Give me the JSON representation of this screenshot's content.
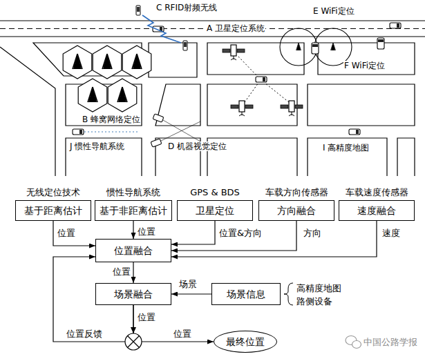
{
  "diagram": {
    "nodes": [
      {
        "text": [
          "无线定位技术",
          "基于距离估计"
        ]
      },
      {
        "text": [
          "惯性导航系统",
          "基于非距离估计"
        ]
      },
      {
        "text": [
          "GPS & BDS",
          "卫星定位"
        ]
      },
      {
        "text": [
          "车载方向传感器",
          "方向融合"
        ]
      },
      {
        "text": [
          "车载速度传感器",
          "速度融合"
        ]
      },
      {
        "text": [
          "位置融合"
        ]
      },
      {
        "text": [
          "场景融合"
        ]
      },
      {
        "text": [
          "场景信息"
        ]
      },
      {
        "text": [
          "最终位置"
        ]
      }
    ],
    "edges": [
      {
        "from": 0,
        "to": 5,
        "arrow": "to",
        "label": "位置"
      },
      {
        "from": 1,
        "to": 5,
        "arrow": "to",
        "label": "位置"
      },
      {
        "from": 2,
        "to": 5,
        "arrow": "to",
        "label": "位置&方向"
      },
      {
        "from": 3,
        "to": 5,
        "arrow": "to",
        "label": "方向"
      },
      {
        "from": 4,
        "to": 5,
        "arrow": "to",
        "label": "速度"
      },
      {
        "from": 5,
        "to": 6,
        "arrow": "to",
        "label": "位置"
      },
      {
        "from": 7,
        "to": 6,
        "arrow": "to",
        "label": "场景"
      },
      {
        "from": 6,
        "to": 8,
        "arrow": "to",
        "label": "位置"
      },
      {
        "from": 6,
        "to": 5,
        "arrow": "to",
        "label": "位置反馈"
      }
    ],
    "labels": [
      "C RFID射频无线",
      "A 卫星定位系统",
      "E WiFi定位",
      "F WiFi定位",
      "B 蜂窝网络定位",
      "J 惯性导航系统",
      "D 机器视觉定位",
      "I 高精度地图",
      "高精度地图",
      "路侧设备",
      "位置",
      "中国公路学报"
    ]
  }
}
